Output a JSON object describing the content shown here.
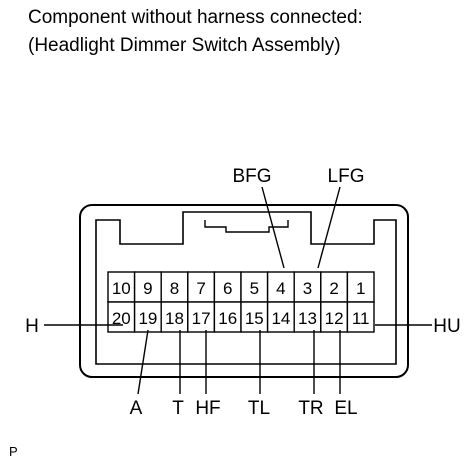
{
  "title": {
    "line1": "Component without harness connected:",
    "line2": "(Headlight Dimmer Switch Assembly)"
  },
  "connector": {
    "top_row": [
      "10",
      "9",
      "8",
      "7",
      "6",
      "5",
      "4",
      "3",
      "2",
      "1"
    ],
    "bottom_row": [
      "20",
      "19",
      "18",
      "17",
      "16",
      "15",
      "14",
      "13",
      "12",
      "11"
    ]
  },
  "terminal_labels": [
    {
      "text": "BFG",
      "pin": "4"
    },
    {
      "text": "LFG",
      "pin": "3"
    },
    {
      "text": "H",
      "pin": "20"
    },
    {
      "text": "HU",
      "pin": "11"
    },
    {
      "text": "A",
      "pin": "19"
    },
    {
      "text": "T",
      "pin": "18"
    },
    {
      "text": "HF",
      "pin": "17"
    },
    {
      "text": "TL",
      "pin": "15"
    },
    {
      "text": "TR",
      "pin": "13"
    },
    {
      "text": "EL",
      "pin": "12"
    }
  ],
  "corner_mark": "P"
}
